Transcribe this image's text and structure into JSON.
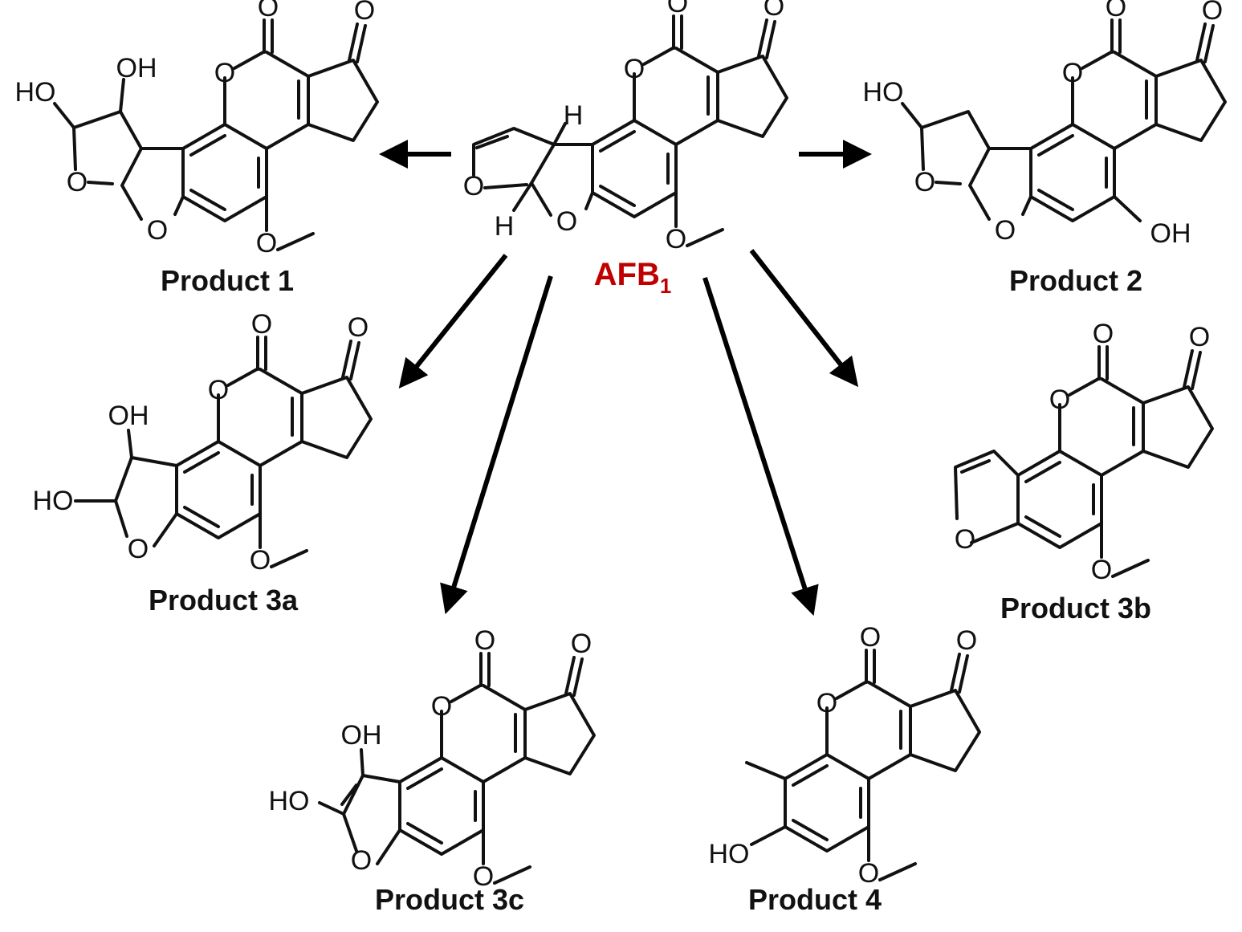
{
  "accent_color": "#c00000",
  "substrate": {
    "label_main": "AFB",
    "label_sub": "1"
  },
  "products": [
    {
      "id": "p1",
      "label": "Product 1"
    },
    {
      "id": "p2",
      "label": "Product 2"
    },
    {
      "id": "p3a",
      "label": "Product 3a"
    },
    {
      "id": "p3b",
      "label": "Product 3b"
    },
    {
      "id": "p3c",
      "label": "Product 3c"
    },
    {
      "id": "p4",
      "label": "Product 4"
    }
  ],
  "atoms": {
    "oxygen": "O",
    "hydroxyl_left": "HO",
    "hydroxyl_right": "OH",
    "hydrogen": "H"
  }
}
